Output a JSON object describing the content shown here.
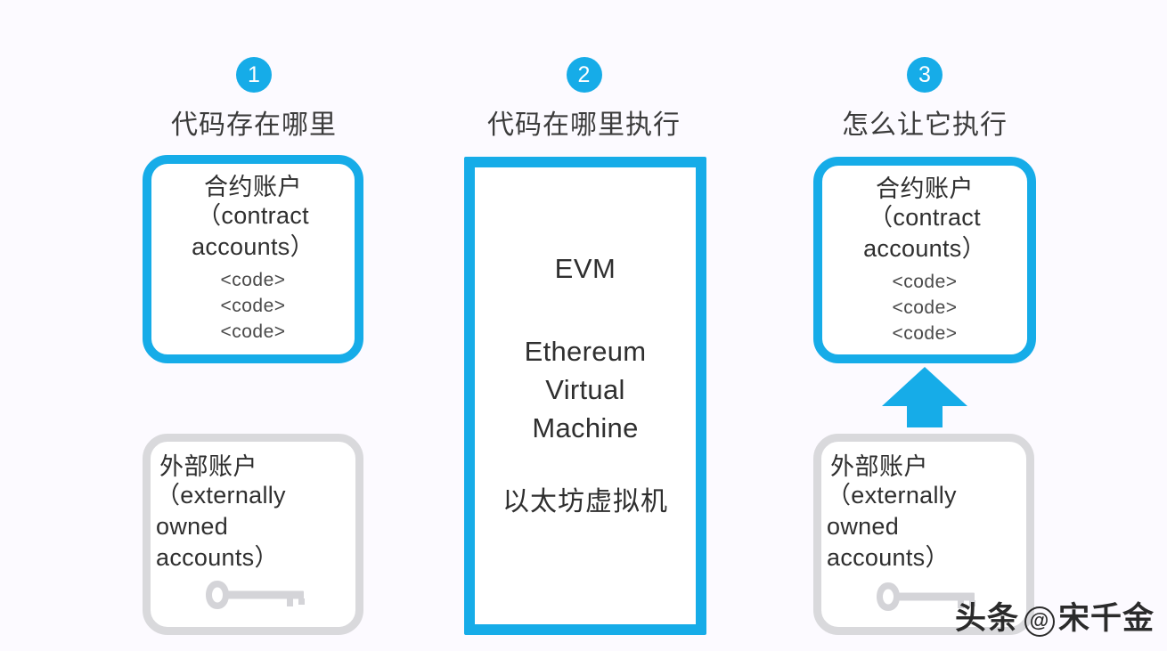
{
  "background_color": "#fcfaff",
  "accent_color": "#16ace8",
  "muted_border_color": "#d9d9dc",
  "text_color": "#2f2f2f",
  "columns": [
    {
      "badge": "1",
      "title": "代码存在哪里",
      "contract_card": {
        "title_cn": "合约账户",
        "title_en_line1": "（contract",
        "title_en_line2": "accounts）",
        "code_line1": "<code>",
        "code_line2": "<code>",
        "code_line3": "<code>"
      },
      "eoa_card": {
        "title_cn": "外部账户",
        "title_en_line1": "（externally",
        "title_en_line2": "owned",
        "title_en_line3": "accounts）",
        "icon": "key-icon"
      }
    },
    {
      "badge": "2",
      "title": "代码在哪里执行",
      "evm_box": {
        "abbr": "EVM",
        "full_line1": "Ethereum",
        "full_line2": "Virtual",
        "full_line3": "Machine",
        "chinese": "以太坊虚拟机"
      }
    },
    {
      "badge": "3",
      "title": "怎么让它执行",
      "contract_card": {
        "title_cn": "合约账户",
        "title_en_line1": "（contract",
        "title_en_line2": "accounts）",
        "code_line1": "<code>",
        "code_line2": "<code>",
        "code_line3": "<code>"
      },
      "arrow": {
        "direction": "up",
        "icon": "arrow-up-icon"
      },
      "eoa_card": {
        "title_cn": "外部账户",
        "title_en_line1": "（externally",
        "title_en_line2": "owned",
        "title_en_line3": "accounts）",
        "icon": "key-icon"
      }
    }
  ],
  "watermark": {
    "prefix": "头条",
    "at": "@",
    "handle": "宋千金"
  }
}
